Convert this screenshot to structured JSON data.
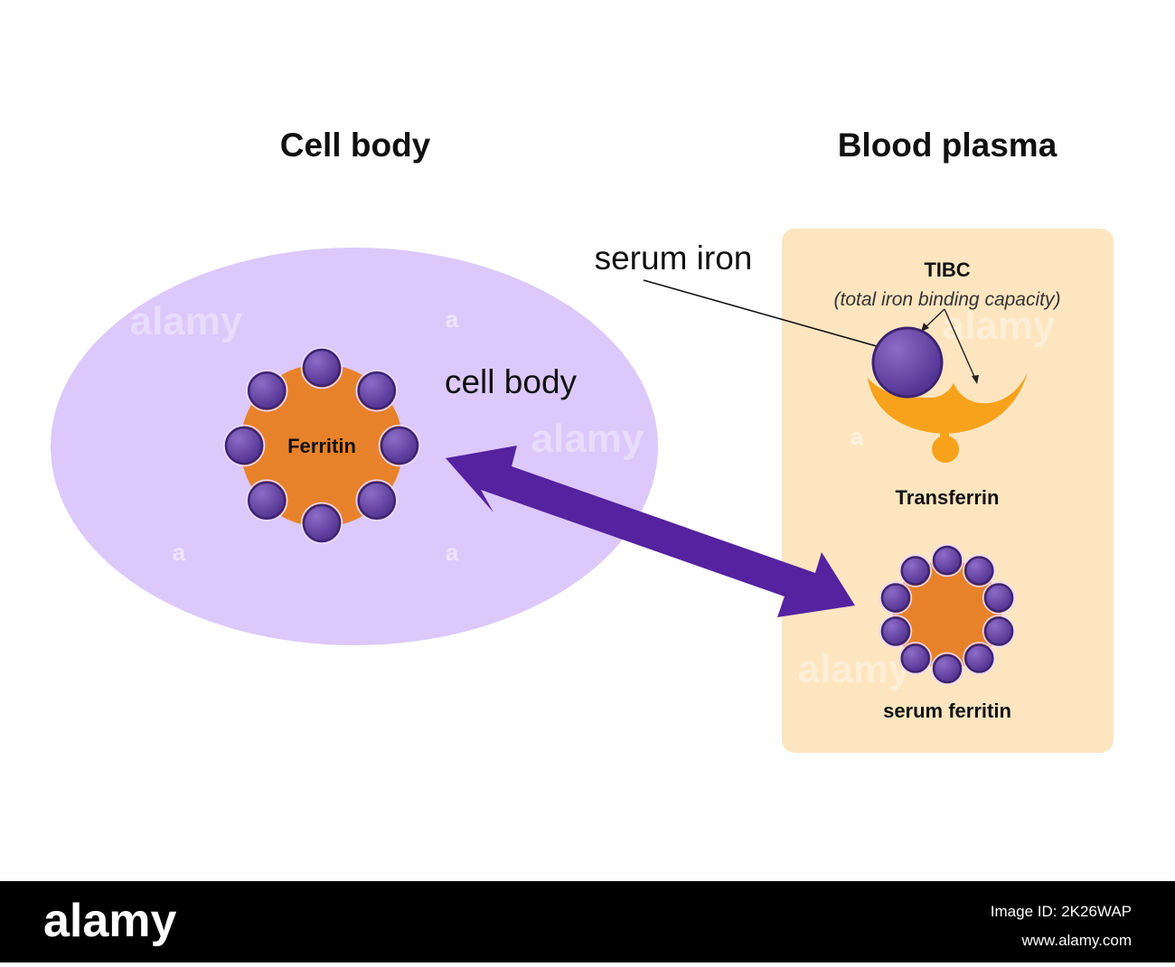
{
  "titles": {
    "left": "Cell body",
    "right": "Blood plasma"
  },
  "labels": {
    "cell_body": "cell body",
    "serum_iron": "serum iron",
    "tibc": "TIBC",
    "tibc_full": "(total iron binding capacity)",
    "ferritin": "Ferritin",
    "transferrin": "Transferrin",
    "serum_ferritin": "serum ferritin"
  },
  "watermark": {
    "text": "alamy",
    "small": "a"
  },
  "footer": {
    "logo": "alamy",
    "image_id": "Image ID: 2K26WAP",
    "url": "www.alamy.com"
  },
  "colors": {
    "cell": "#dcc8fa",
    "plasma": "#fde5c0",
    "ferritin_core": "#e8822a",
    "iron": "#6a46a8",
    "iron_stroke": "#3c2470",
    "transferrin": "#f7a21a",
    "arrow": "#5522a0",
    "footer_bg": "#000000"
  }
}
